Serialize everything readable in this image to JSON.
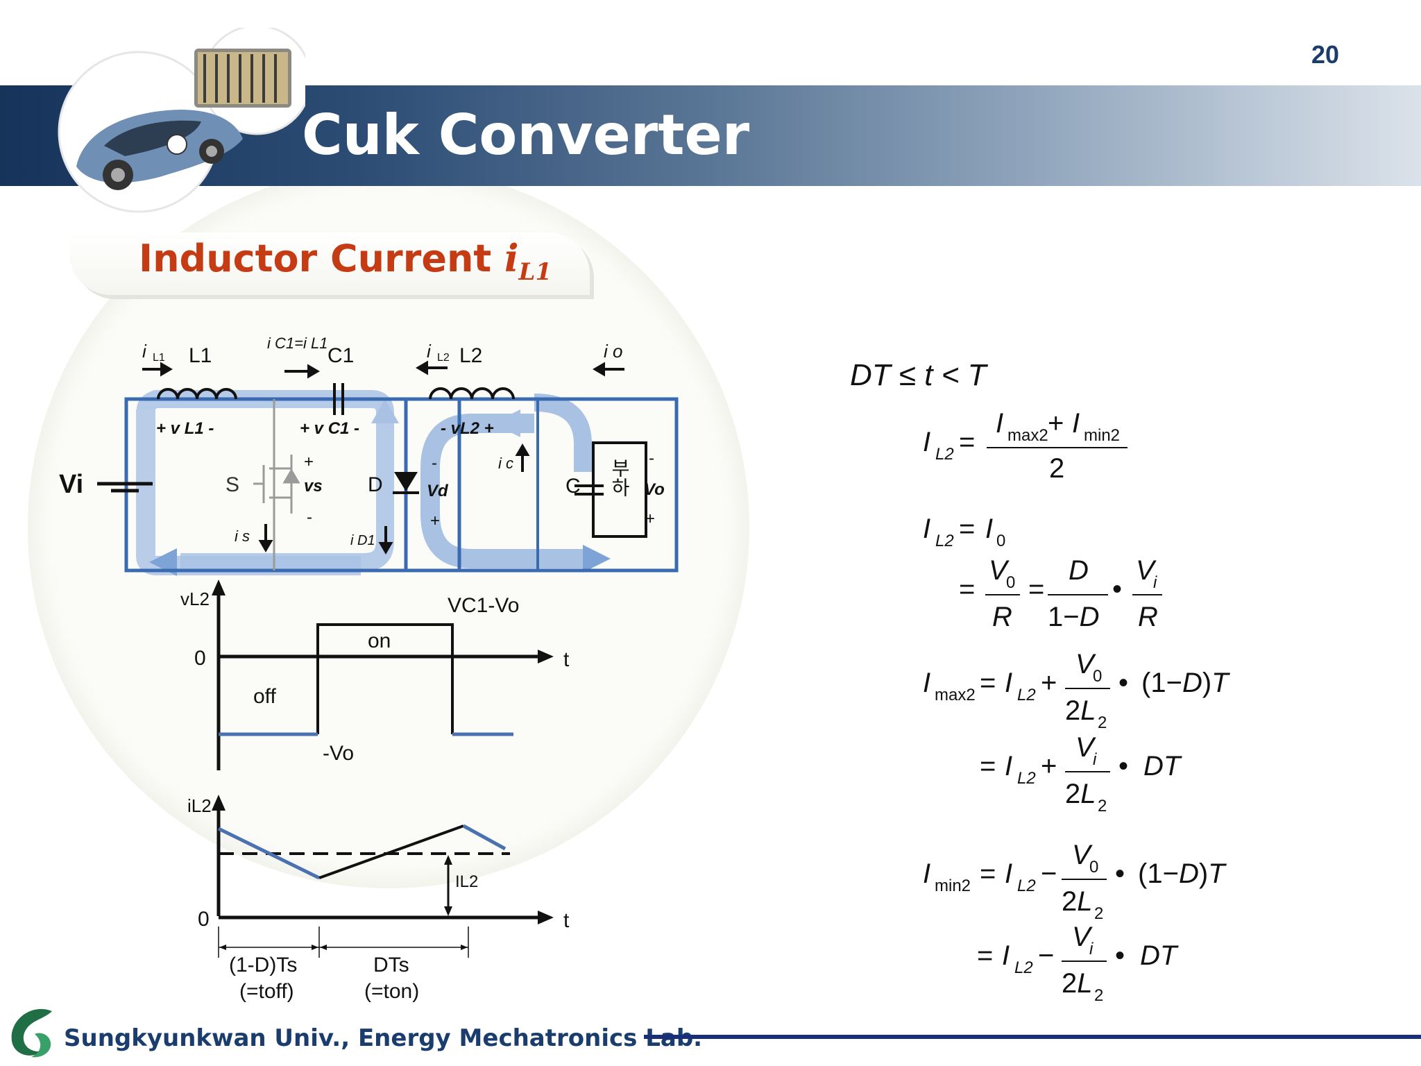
{
  "page_number": "20",
  "title": "Cuk Converter",
  "subtitle": {
    "text": "Inductor Current ",
    "var": "i",
    "sub": "L1"
  },
  "footer": "Sungkyunkwan Univ., Energy Mechatronics Lab.",
  "circuit": {
    "vi": "Vi",
    "i_l1": "i",
    "i_l1_sub": "L1",
    "l1": "L1",
    "i_c1_l1": "i C1=i L1",
    "c1": "C1",
    "i_l2": "i",
    "i_l2_sub": "L2",
    "l2": "L2",
    "i_o": "i o",
    "v_l1": "+ v L1 -",
    "v_c1": "+ v C1 -",
    "v_l2": "- vL2 +",
    "s": "S",
    "vs": "vs",
    "plus": "+",
    "minus": "-",
    "d": "D",
    "vd": "Vd",
    "ic": "i c",
    "c": "C",
    "load": "부하",
    "vo": "Vo",
    "is": "i s",
    "id1": "i D1"
  },
  "vl2_plot": {
    "ylabel": "vL2",
    "zero": "0",
    "t": "t",
    "high_label": "VC1-Vo",
    "on": "on",
    "off": "off",
    "low_label": "-Vo"
  },
  "il2_plot": {
    "ylabel": "iL2",
    "zero": "0",
    "t": "t",
    "avg_label": "IL2",
    "seg1": "(1-D)Ts",
    "seg1b": "(=toff)",
    "seg2": "DTs",
    "seg2b": "(=ton)"
  },
  "equations": {
    "cond": "DT ≤ t < T"
  },
  "colors": {
    "title_band_dark": "#16335a",
    "subtitle": "#c43b14",
    "flow_blue": "#3a6bb0",
    "footer": "#1a3d6e"
  }
}
